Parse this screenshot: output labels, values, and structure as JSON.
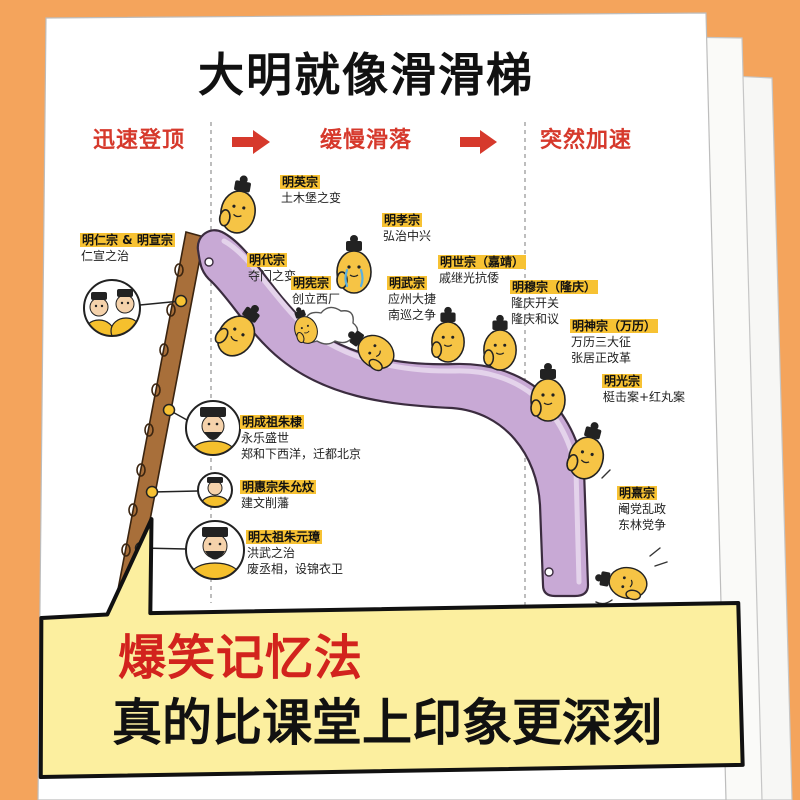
{
  "title": "大明就像滑滑梯",
  "phases": [
    "迅速登顶",
    "缓慢滑落",
    "突然加速"
  ],
  "emperors": [
    {
      "name": "明仁宗 & 明宣宗",
      "notes": [
        "仁宣之治"
      ]
    },
    {
      "name": "明英宗",
      "notes": [
        "土木堡之变"
      ]
    },
    {
      "name": "明孝宗",
      "notes": [
        "弘治中兴"
      ]
    },
    {
      "name": "明代宗",
      "notes": [
        "夺门之变"
      ]
    },
    {
      "name": "明宪宗",
      "notes": [
        "创立西厂"
      ]
    },
    {
      "name": "明世宗（嘉靖）",
      "notes": [
        "戚继光抗倭"
      ]
    },
    {
      "name": "明武宗",
      "notes": [
        "应州大捷",
        "南巡之争"
      ]
    },
    {
      "name": "明穆宗（隆庆）",
      "notes": [
        "隆庆开关",
        "隆庆和议"
      ]
    },
    {
      "name": "明神宗（万历）",
      "notes": [
        "万历三大征",
        "张居正改革"
      ]
    },
    {
      "name": "明光宗",
      "notes": [
        "梃击案+红丸案"
      ]
    },
    {
      "name": "明成祖朱棣",
      "notes": [
        "永乐盛世",
        "郑和下西洋，迁都北京"
      ]
    },
    {
      "name": "明惠宗朱允炆",
      "notes": [
        "建文削藩"
      ]
    },
    {
      "name": "明太祖朱元璋",
      "notes": [
        "洪武之治",
        "废丞相，设锦衣卫"
      ]
    },
    {
      "name": "明熹宗",
      "notes": [
        "阉党乱政",
        "东林党争"
      ]
    }
  ],
  "banner": {
    "line1": "爆笑记忆法",
    "line2": "真的比课堂上印象更深刻"
  },
  "colors": {
    "background": "#f4a45c",
    "slide": "#c8a9d5",
    "highlight": "#f7c233",
    "phase_text": "#d6392c",
    "banner_fill": "#fcef9f",
    "banner_accent": "#d2231d",
    "figure": "#f6c445"
  }
}
